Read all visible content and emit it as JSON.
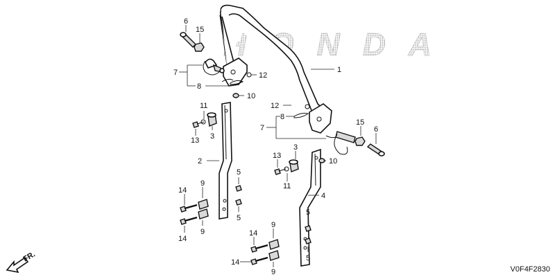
{
  "brand": {
    "watermark": "HONDA"
  },
  "diagram": {
    "reference_code": "V0F4F2830",
    "direction_label": "FR.",
    "callouts": [
      "1",
      "2",
      "3",
      "3",
      "4",
      "5",
      "5",
      "5",
      "5",
      "6",
      "6",
      "7",
      "7",
      "8",
      "8",
      "9",
      "9",
      "9",
      "9",
      "10",
      "10",
      "11",
      "11",
      "12",
      "12",
      "13",
      "13",
      "14",
      "14",
      "14",
      "14",
      "15",
      "15"
    ]
  }
}
